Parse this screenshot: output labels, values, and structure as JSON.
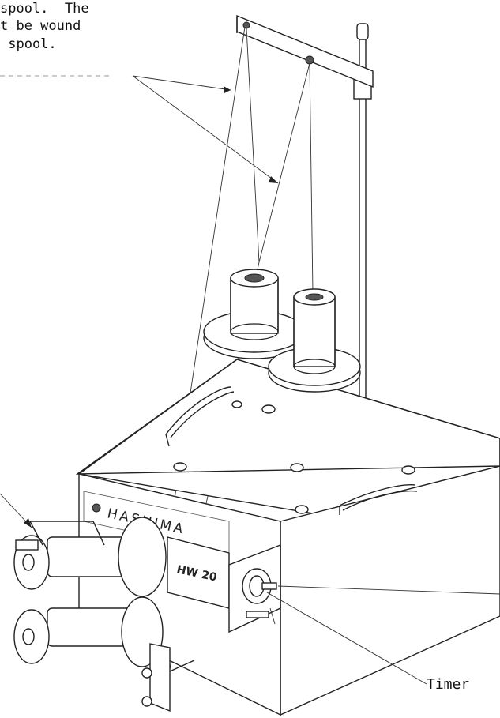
{
  "caption": {
    "line1": "spool.  The",
    "line2": "t be wound",
    "line3": " spool."
  },
  "labels": {
    "timer": "Timer"
  },
  "machine": {
    "brand": "HASHIMA",
    "model": "HW 20"
  }
}
